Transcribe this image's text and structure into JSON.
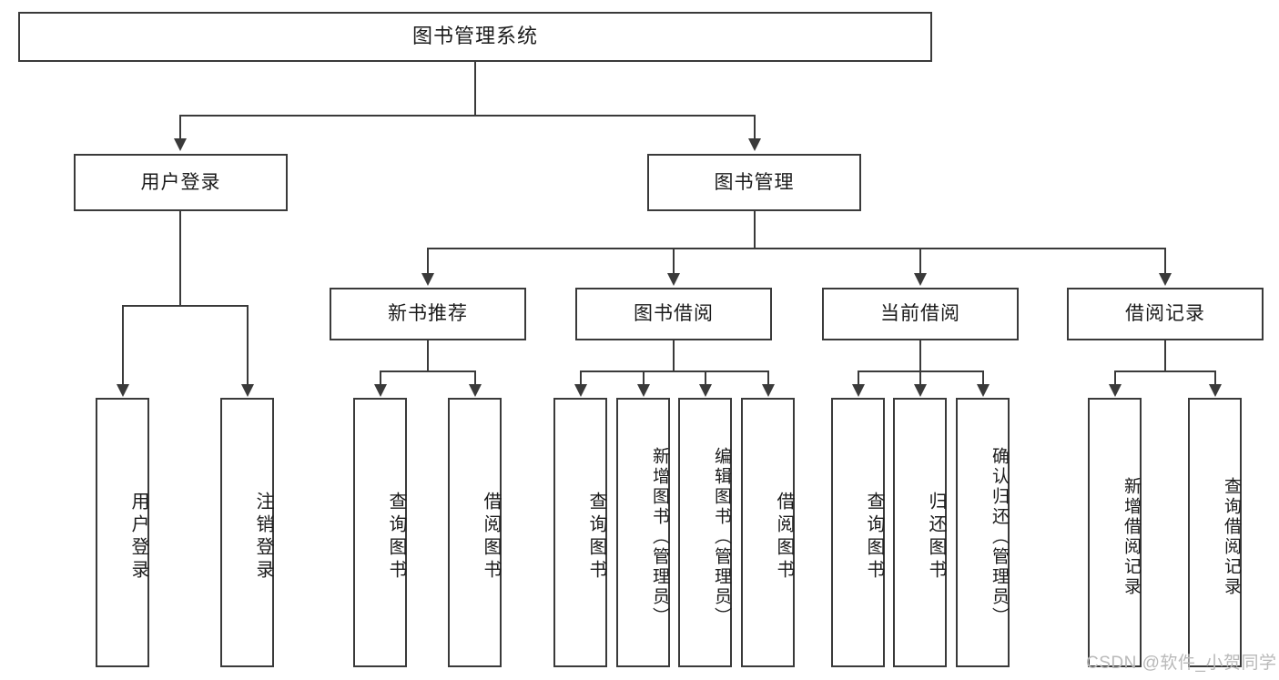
{
  "diagram": {
    "title": "图书管理系统",
    "type": "功能结构图",
    "root": {
      "label": "图书管理系统"
    },
    "level2": [
      {
        "label": "用户登录"
      },
      {
        "label": "图书管理"
      }
    ],
    "level3": [
      {
        "label": "新书推荐"
      },
      {
        "label": "图书借阅"
      },
      {
        "label": "当前借阅"
      },
      {
        "label": "借阅记录"
      }
    ],
    "leaves": {
      "user_login": [
        {
          "label": "用户登录"
        },
        {
          "label": "注销登录"
        }
      ],
      "new_book": [
        {
          "label": "查询图书"
        },
        {
          "label": "借阅图书"
        }
      ],
      "book_borrow": [
        {
          "label": "查询图书"
        },
        {
          "label": "新增图书（管理员）"
        },
        {
          "label": "编辑图书（管理员）"
        },
        {
          "label": "借阅图书"
        }
      ],
      "current_borrow": [
        {
          "label": "查询图书"
        },
        {
          "label": "归还图书"
        },
        {
          "label": "确认归还（管理员）"
        }
      ],
      "borrow_record": [
        {
          "label": "新增借阅记录"
        },
        {
          "label": "查询借阅记录"
        }
      ]
    }
  },
  "watermark": {
    "text": "CSDN @软件_小贺同学"
  },
  "colors": {
    "stroke": "#3a3a3a",
    "text": "#1b1b1b",
    "background": "#ffffff",
    "watermark": "#b9b9b9"
  }
}
